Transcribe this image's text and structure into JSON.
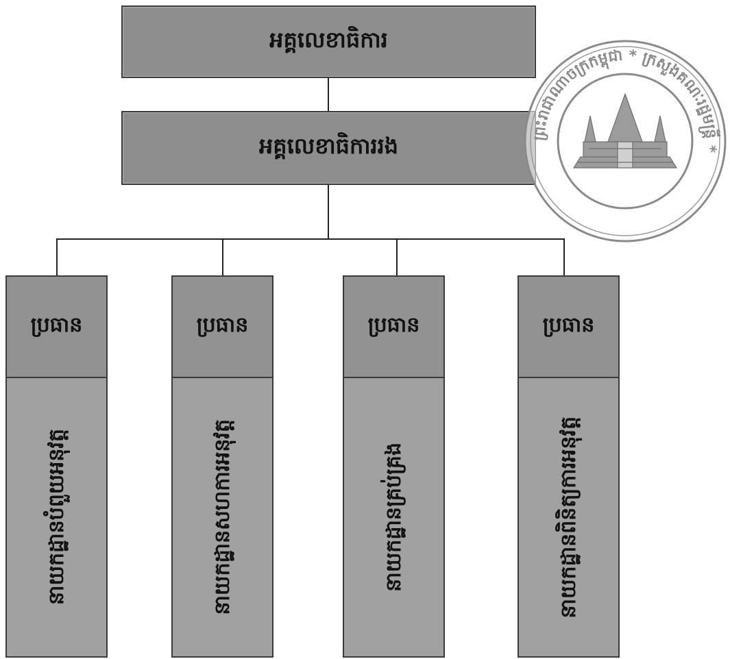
{
  "org_chart": {
    "top_box": {
      "label": "អគ្គលេខាធិការ"
    },
    "deputy_box": {
      "label": "អគ្គលេខាធិការរង"
    },
    "departments": [
      {
        "head_label": "ប្រធាន",
        "name": "នាយកដ្ឋានបំពួយអនុវត្ត"
      },
      {
        "head_label": "ប្រធាន",
        "name": "នាយកដ្ឋានសហការអនុវត្ត"
      },
      {
        "head_label": "ប្រធាន",
        "name": "នាយកដ្ឋានគ្រប់គ្រង"
      },
      {
        "head_label": "ប្រធាន",
        "name": "នាយកដ្ឋានពិនិត្យការអនុវត្ត"
      }
    ]
  },
  "seal": {
    "text": "ព្រះរាជាណាចក្រកម្ពុជា * ក្រសួងគណៈរដ្ឋមន្ត្រី *",
    "image": "angkor-wat-seal"
  },
  "colors": {
    "box_fill": "#8e8e8e",
    "line": "#222222",
    "seal_ink": "#8a8a8a"
  }
}
